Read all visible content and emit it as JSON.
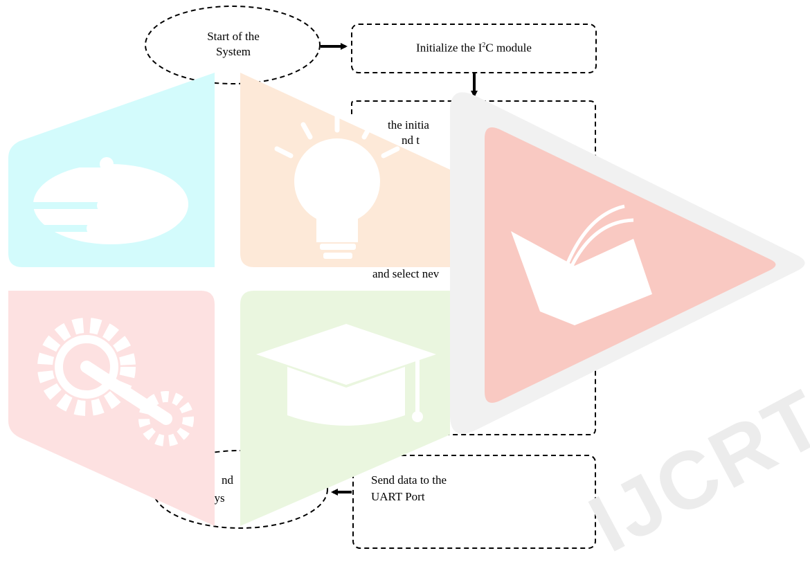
{
  "flowchart": {
    "start": {
      "line1": "Start of the",
      "line2": "System"
    },
    "init_i2c": {
      "prefix": "Initialize the I",
      "sup": "2",
      "suffix": "C module"
    },
    "middle_box": {
      "line1": "the initia",
      "line2": "nd t",
      "line3": "and select nev"
    },
    "send_data": {
      "line1": "Send data to the",
      "line2": "UART Port"
    },
    "end": {
      "line1": "nd",
      "line2": "Sys"
    }
  },
  "watermark": {
    "text": "IJCRT",
    "colors": {
      "cyan": "#d3fbfc",
      "peach": "#fde9d8",
      "pink": "#fde1e1",
      "green": "#eaf6df",
      "red": "#f9c9c2",
      "gray": "#ececec"
    },
    "icons": [
      "cloud-circuit-icon",
      "lightbulb-icon",
      "gears-icon",
      "graduation-cap-icon",
      "book-icon"
    ]
  }
}
